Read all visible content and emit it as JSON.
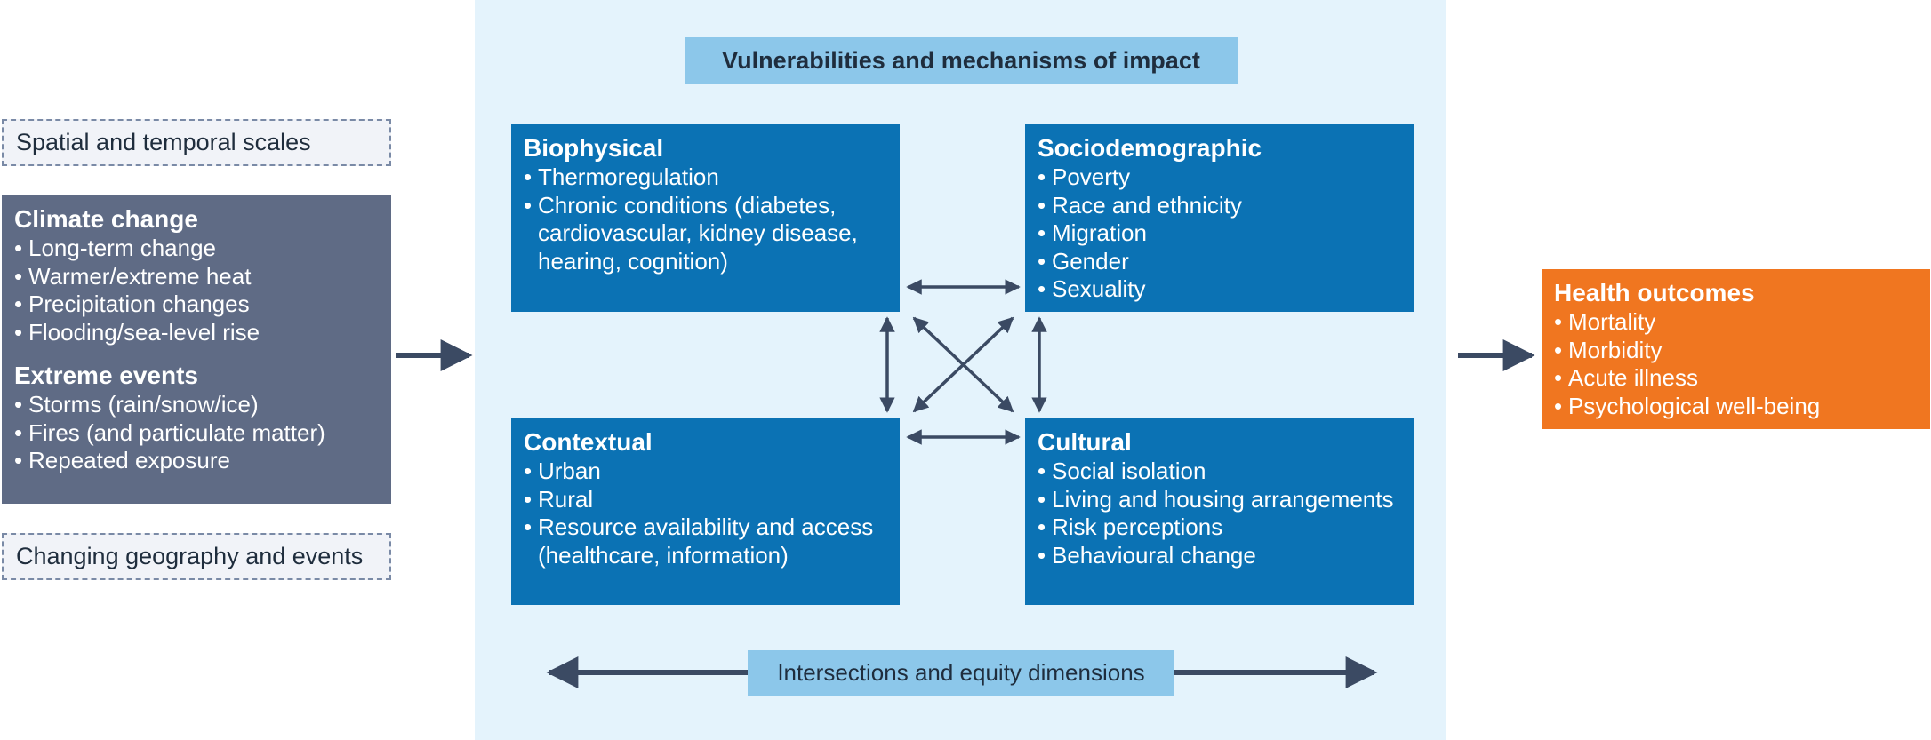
{
  "scales_label": "Spatial and temporal scales",
  "geography_label": "Changing geography and events",
  "climate": {
    "title1": "Climate change",
    "items1": [
      "Long-term change",
      "Warmer/extreme heat",
      "Precipitation changes",
      "Flooding/sea-level rise"
    ],
    "title2": "Extreme events",
    "items2": [
      "Storms (rain/snow/ice)",
      "Fires (and particulate matter)",
      "Repeated exposure"
    ]
  },
  "center": {
    "title": "Vulnerabilities and mechanisms of impact",
    "biophysical": {
      "title": "Biophysical",
      "items": [
        "Thermoregulation",
        "Chronic conditions (diabetes, cardiovascular, kidney disease, hearing, cognition)"
      ]
    },
    "sociodemographic": {
      "title": "Sociodemographic",
      "items": [
        "Poverty",
        "Race and ethnicity",
        "Migration",
        "Gender",
        "Sexuality"
      ]
    },
    "contextual": {
      "title": "Contextual",
      "items": [
        "Urban",
        "Rural",
        "Resource availability and access (healthcare, information)"
      ]
    },
    "cultural": {
      "title": "Cultural",
      "items": [
        "Social isolation",
        "Living and housing arrangements",
        "Risk perceptions",
        "Behavioural change"
      ]
    },
    "intersections": "Intersections and equity dimensions"
  },
  "health": {
    "title": "Health outcomes",
    "items": [
      "Mortality",
      "Morbidity",
      "Acute illness",
      "Psychological well-being"
    ]
  },
  "colors": {
    "climate": "#5f6b85",
    "vulnerability_box": "#0b72b4",
    "panel_background": "#e4f3fc",
    "label_background": "#8cc7ea",
    "health_box": "#f07620",
    "arrow": "#3b4a63"
  }
}
